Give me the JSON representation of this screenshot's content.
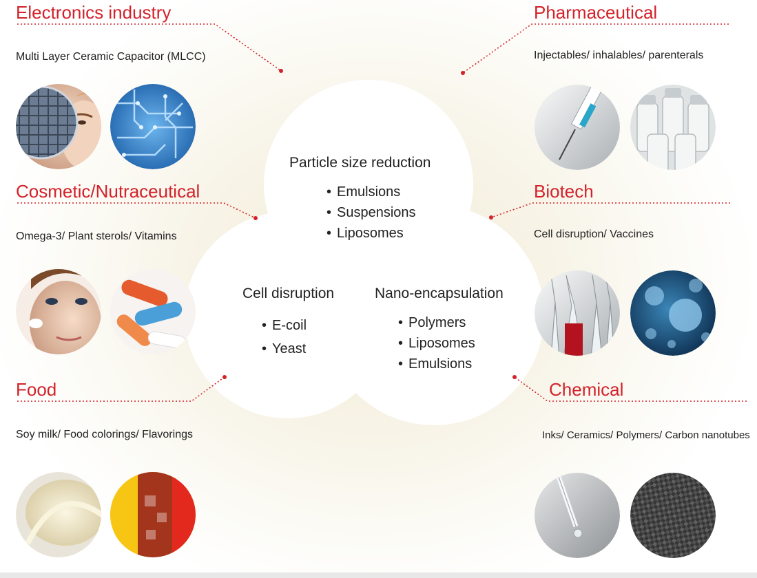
{
  "industries": {
    "electronics": {
      "title": "Electronics industry",
      "subtitle": "Multi Layer Ceramic Capacitor (MLCC)"
    },
    "pharmaceutical": {
      "title": "Pharmaceutical",
      "subtitle": "Injectables/ inhalables/ parenterals"
    },
    "cosmetic": {
      "title": "Cosmetic/Nutraceutical",
      "subtitle": "Omega-3/ Plant sterols/ Vitamins"
    },
    "biotech": {
      "title": "Biotech",
      "subtitle": "Cell disruption/ Vaccines"
    },
    "food": {
      "title": "Food",
      "subtitle": "Soy milk/ Food colorings/ Flavorings"
    },
    "chemical": {
      "title": "Chemical",
      "subtitle": "Inks/ Ceramics/ Polymers/ Carbon nanotubes"
    }
  },
  "center": {
    "top": {
      "heading": "Particle size reduction",
      "items": [
        "Emulsions",
        "Suspensions",
        "Liposomes"
      ]
    },
    "left": {
      "heading": "Cell disruption",
      "items": [
        "E-coil",
        "Yeast"
      ]
    },
    "right": {
      "heading": "Nano-encapsulation",
      "items": [
        "Polymers",
        "Liposomes",
        "Emulsions"
      ]
    }
  },
  "colors": {
    "accent": "#d3222a",
    "text": "#222222"
  }
}
